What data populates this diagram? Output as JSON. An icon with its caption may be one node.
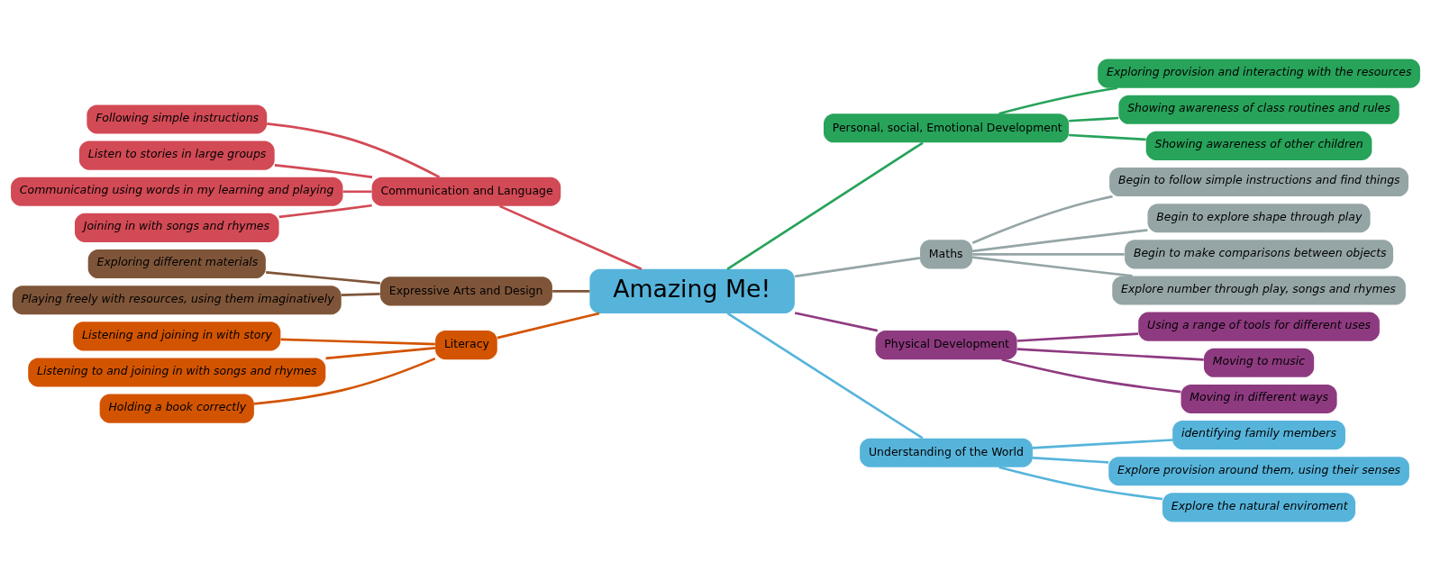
{
  "diagram": {
    "nodes": [
      {
        "text": [
          "Amazing Me!"
        ]
      },
      {
        "text": [
          "Personal, social, Emotional Development"
        ]
      },
      {
        "text": [
          "Exploring provision and interacting with the resources"
        ]
      },
      {
        "text": [
          "Showing awareness of class routines and rules"
        ]
      },
      {
        "text": [
          "Showing awareness of other children"
        ]
      },
      {
        "text": [
          "Maths"
        ]
      },
      {
        "text": [
          "Begin to follow simple instructions and find things"
        ]
      },
      {
        "text": [
          "Begin to explore shape through play"
        ]
      },
      {
        "text": [
          "Begin to make comparisons between objects"
        ]
      },
      {
        "text": [
          "Explore number through play, songs and rhymes"
        ]
      },
      {
        "text": [
          "Physical Development"
        ]
      },
      {
        "text": [
          "Using a range of tools for different uses"
        ]
      },
      {
        "text": [
          "Moving to music"
        ]
      },
      {
        "text": [
          "Moving in different ways"
        ]
      },
      {
        "text": [
          "Understanding of the World"
        ]
      },
      {
        "text": [
          "identifying family members"
        ]
      },
      {
        "text": [
          "Explore provision around them, using their senses"
        ]
      },
      {
        "text": [
          "Explore the natural enviroment"
        ]
      },
      {
        "text": [
          "Communication and Language"
        ]
      },
      {
        "text": [
          "Following simple instructions"
        ]
      },
      {
        "text": [
          "Listen to stories in large groups"
        ]
      },
      {
        "text": [
          "Communicating using words in my learning and playing"
        ]
      },
      {
        "text": [
          "Joining in with songs and rhymes"
        ]
      },
      {
        "text": [
          "Expressive Arts and Design"
        ]
      },
      {
        "text": [
          "Exploring different materials"
        ]
      },
      {
        "text": [
          "Playing freely with resources, using them imaginatively"
        ]
      },
      {
        "text": [
          "Literacy"
        ]
      },
      {
        "text": [
          "Listening and joining in with story"
        ]
      },
      {
        "text": [
          "Listening to and joining in with songs and rhymes"
        ]
      },
      {
        "text": [
          "Holding a book correctly"
        ]
      }
    ],
    "edges": [
      {
        "from": 0,
        "to": 1,
        "arrow": "none",
        "color": "#27a35a"
      },
      {
        "from": 1,
        "to": 2,
        "arrow": "none",
        "color": "#27a35a"
      },
      {
        "from": 1,
        "to": 3,
        "arrow": "none",
        "color": "#27a35a"
      },
      {
        "from": 1,
        "to": 4,
        "arrow": "none",
        "color": "#27a35a"
      },
      {
        "from": 0,
        "to": 5,
        "arrow": "none",
        "color": "#95a5a6"
      },
      {
        "from": 5,
        "to": 6,
        "arrow": "none",
        "color": "#95a5a6"
      },
      {
        "from": 5,
        "to": 7,
        "arrow": "none",
        "color": "#95a5a6"
      },
      {
        "from": 5,
        "to": 8,
        "arrow": "none",
        "color": "#95a5a6"
      },
      {
        "from": 5,
        "to": 9,
        "arrow": "none",
        "color": "#95a5a6"
      },
      {
        "from": 0,
        "to": 10,
        "arrow": "none",
        "color": "#8e3a80"
      },
      {
        "from": 10,
        "to": 11,
        "arrow": "none",
        "color": "#8e3a80"
      },
      {
        "from": 10,
        "to": 12,
        "arrow": "none",
        "color": "#8e3a80"
      },
      {
        "from": 10,
        "to": 13,
        "arrow": "none",
        "color": "#8e3a80"
      },
      {
        "from": 0,
        "to": 14,
        "arrow": "none",
        "color": "#56b4db"
      },
      {
        "from": 14,
        "to": 15,
        "arrow": "none",
        "color": "#56b4db"
      },
      {
        "from": 14,
        "to": 16,
        "arrow": "none",
        "color": "#56b4db"
      },
      {
        "from": 14,
        "to": 17,
        "arrow": "none",
        "color": "#56b4db"
      },
      {
        "from": 0,
        "to": 18,
        "arrow": "none",
        "color": "#d24a55"
      },
      {
        "from": 18,
        "to": 19,
        "arrow": "none",
        "color": "#d24a55"
      },
      {
        "from": 18,
        "to": 20,
        "arrow": "none",
        "color": "#d24a55"
      },
      {
        "from": 18,
        "to": 21,
        "arrow": "none",
        "color": "#d24a55"
      },
      {
        "from": 18,
        "to": 22,
        "arrow": "none",
        "color": "#d24a55"
      },
      {
        "from": 0,
        "to": 23,
        "arrow": "none",
        "color": "#7f5539"
      },
      {
        "from": 23,
        "to": 24,
        "arrow": "none",
        "color": "#7f5539"
      },
      {
        "from": 23,
        "to": 25,
        "arrow": "none",
        "color": "#7f5539"
      },
      {
        "from": 0,
        "to": 26,
        "arrow": "none",
        "color": "#d35400"
      },
      {
        "from": 26,
        "to": 27,
        "arrow": "none",
        "color": "#d35400"
      },
      {
        "from": 26,
        "to": 28,
        "arrow": "none",
        "color": "#d35400"
      },
      {
        "from": 26,
        "to": 29,
        "arrow": "none",
        "color": "#d35400"
      }
    ]
  }
}
